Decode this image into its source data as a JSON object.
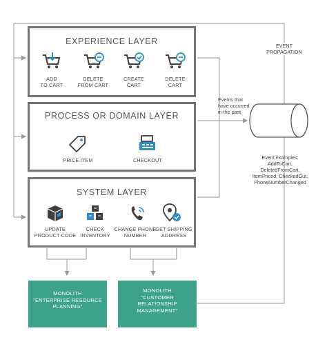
{
  "layers": {
    "experience": {
      "title": "EXPERIENCE LAYER",
      "items": [
        {
          "line1": "ADD",
          "line2": "TO CART"
        },
        {
          "line1": "DELETE",
          "line2": "FROM CART"
        },
        {
          "line1": "CREATE",
          "line2": "CART"
        },
        {
          "line1": "DELETE",
          "line2": "CART"
        }
      ]
    },
    "process": {
      "title": "PROCESS OR DOMAIN LAYER",
      "items": [
        {
          "line1": "PRICE ITEM"
        },
        {
          "line1": "CHECKOUT"
        }
      ]
    },
    "system": {
      "title": "SYSTEM LAYER",
      "items": [
        {
          "line1": "UPDATE",
          "line2": "PRODUCT CODE"
        },
        {
          "line1": "CHECK",
          "line2": "INVENTORY"
        },
        {
          "line1": "CHANGE PHONE",
          "line2": "NUMBER"
        },
        {
          "line1": "GET SHIPPING",
          "line2": "ADDRESS"
        }
      ]
    }
  },
  "event_propagation": {
    "line1": "EVENT",
    "line2": "PROPAGATION"
  },
  "events_note": {
    "line1": "Events that",
    "line2": "have occurred",
    "line3": "in the past"
  },
  "event_examples": {
    "line1": "Event examples:",
    "line2": "AddToCart,",
    "line3": "DeletedFromCart,",
    "line4": "ItemPriced, CheckedOut,",
    "line5": "PhoneNumberChanged"
  },
  "monoliths": [
    {
      "line1": "MONOLITH",
      "line2": "\"ENTERPRISE RESOURCE",
      "line3": "PLANNING\""
    },
    {
      "line1": "MONOLITH",
      "line2": "\"CUSTOMER",
      "line3": "RELATIONSHIP",
      "line4": "MANAGEMENT\""
    }
  ],
  "colors": {
    "frame": "#757575",
    "icon_blue": "#2e8ec9",
    "icon_dark": "#3f3f3f",
    "monolith_green": "#3ba38a",
    "arrow_gray": "#a8a8a8"
  },
  "icons": [
    "cart-add-icon",
    "cart-remove-icon",
    "cart-check-icon",
    "cart-delete-icon",
    "price-tag-icon",
    "cash-register-icon",
    "box-icon",
    "boxes-icon",
    "phone-icon",
    "location-pin-icon",
    "event-store-cylinder"
  ]
}
